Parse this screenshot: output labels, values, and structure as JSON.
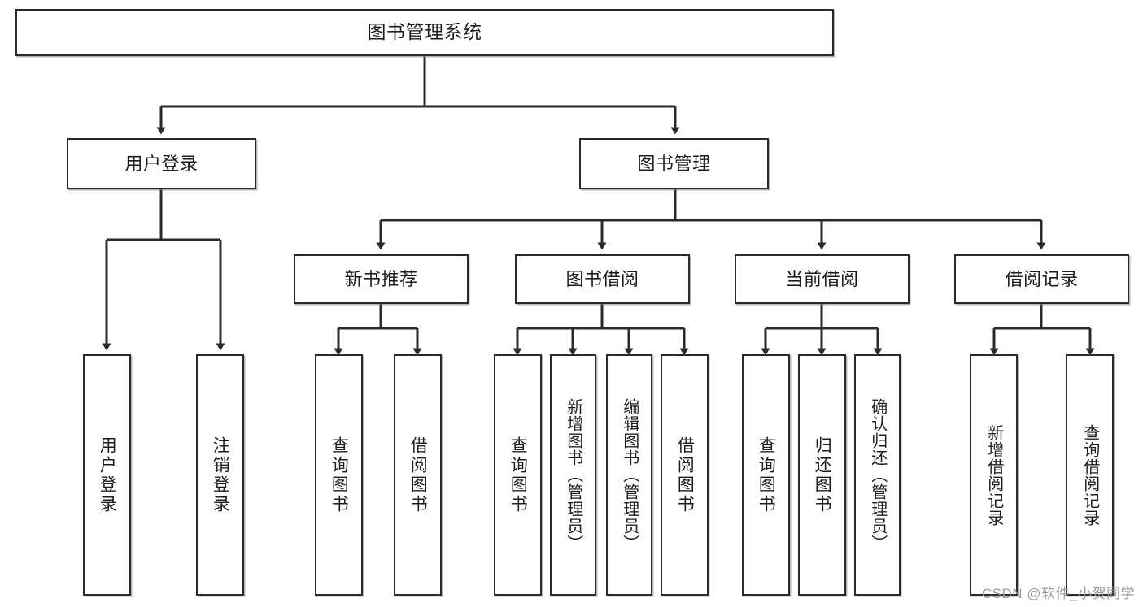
{
  "diagram": {
    "type": "tree-hierarchy",
    "title": "图书管理系统",
    "root": {
      "label": "图书管理系统"
    },
    "level2": [
      {
        "label": "用户登录"
      },
      {
        "label": "图书管理"
      }
    ],
    "level3": [
      {
        "label": "新书推荐"
      },
      {
        "label": "图书借阅"
      },
      {
        "label": "当前借阅"
      },
      {
        "label": "借阅记录"
      }
    ],
    "leaves": {
      "user_login": [
        {
          "label": "用户登录"
        },
        {
          "label": "注销登录"
        }
      ],
      "new_book_recommend": [
        {
          "label": "查询图书"
        },
        {
          "label": "借阅图书"
        }
      ],
      "book_borrow": [
        {
          "label": "查询图书"
        },
        {
          "label": "新增图书（管理员）"
        },
        {
          "label": "编辑图书（管理员）"
        },
        {
          "label": "借阅图书"
        }
      ],
      "current_borrow": [
        {
          "label": "查询图书"
        },
        {
          "label": "归还图书"
        },
        {
          "label": "确认归还（管理员）"
        }
      ],
      "borrow_record": [
        {
          "label": "新增借阅记录"
        },
        {
          "label": "查询借阅记录"
        }
      ]
    }
  },
  "watermark": {
    "text": "CSDN @软件_小贺同学"
  },
  "colors": {
    "box_border": "#2b2b2b",
    "box_fill": "#ffffff",
    "edge": "#2b2b2b",
    "text": "#1d1d1d",
    "watermark": "#9b9b9b",
    "background": "#ffffff"
  }
}
